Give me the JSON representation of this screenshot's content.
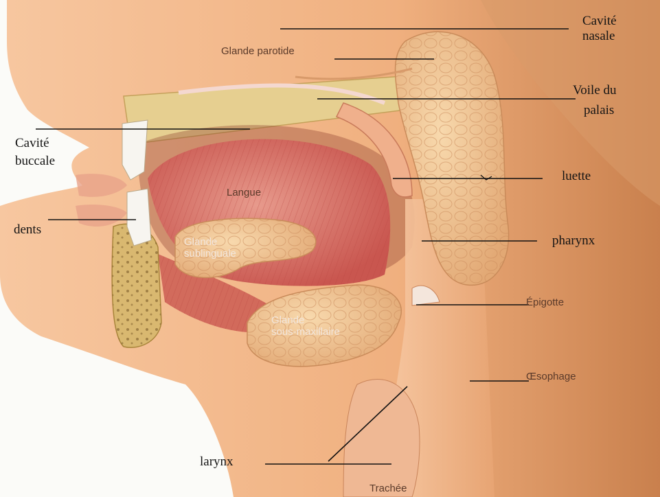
{
  "labels": {
    "cavite_nasale": [
      "Cavité",
      "nasale"
    ],
    "glande_parotide": "Glande parotide",
    "voile_du_palais": [
      "Voile du",
      "palais"
    ],
    "cavite_buccale": [
      "Cavité",
      "buccale"
    ],
    "luette": "luette",
    "langue": "Langue",
    "dents": "dents",
    "glande_sublinguale": [
      "Glande",
      "sublinguale"
    ],
    "pharynx": "pharynx",
    "epiglotte": "Épigotte",
    "glande_sous_maxillaire": [
      "Glande",
      "sous-maxillaire"
    ],
    "oesophage": "Œsophage",
    "larynx": "larynx",
    "trachee": "Trachée"
  },
  "colors": {
    "skin": "#f2b58a",
    "skin_shadow": "#d88a5a",
    "tongue": "#d9706a",
    "gland": "#f0c592",
    "palate": "#e8cf8f",
    "leader_line": "#111111"
  }
}
